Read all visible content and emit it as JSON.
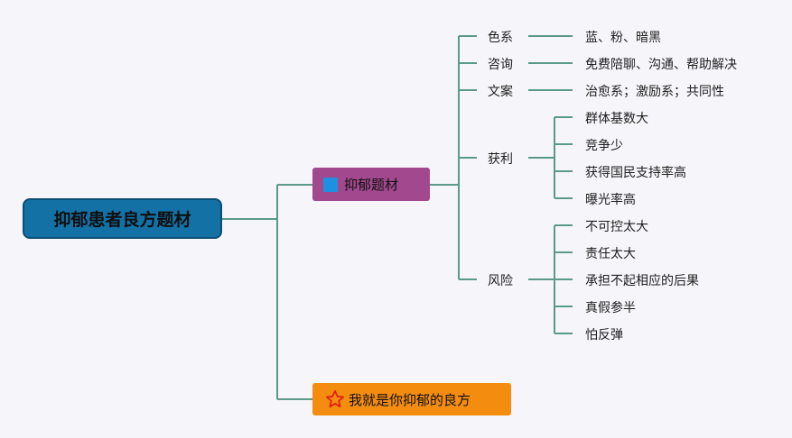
{
  "root": {
    "label": "抑郁患者良方题材"
  },
  "topics": {
    "main": {
      "label": "抑郁题材",
      "icon": "flag-icon",
      "color": "#a1488e"
    },
    "secondary": {
      "label": "我就是你抑郁的良方",
      "icon": "star-icon",
      "color": "#f48c10"
    }
  },
  "branches": [
    {
      "label": "色系",
      "children": [
        "蓝、粉、暗黑"
      ]
    },
    {
      "label": "咨询",
      "children": [
        "免费陪聊、沟通、帮助解决"
      ]
    },
    {
      "label": "文案",
      "children": [
        "治愈系；激励系；共同性"
      ]
    },
    {
      "label": "获利",
      "children": [
        "群体基数大",
        "竞争少",
        "获得国民支持率高",
        "曝光率高"
      ]
    },
    {
      "label": "风险",
      "children": [
        "不可控太大",
        "责任太大",
        "承担不起相应的后果",
        "真假参半",
        "怕反弹"
      ]
    }
  ],
  "colors": {
    "connector": "#5b9a8b",
    "root_bg": "#1371a6"
  }
}
